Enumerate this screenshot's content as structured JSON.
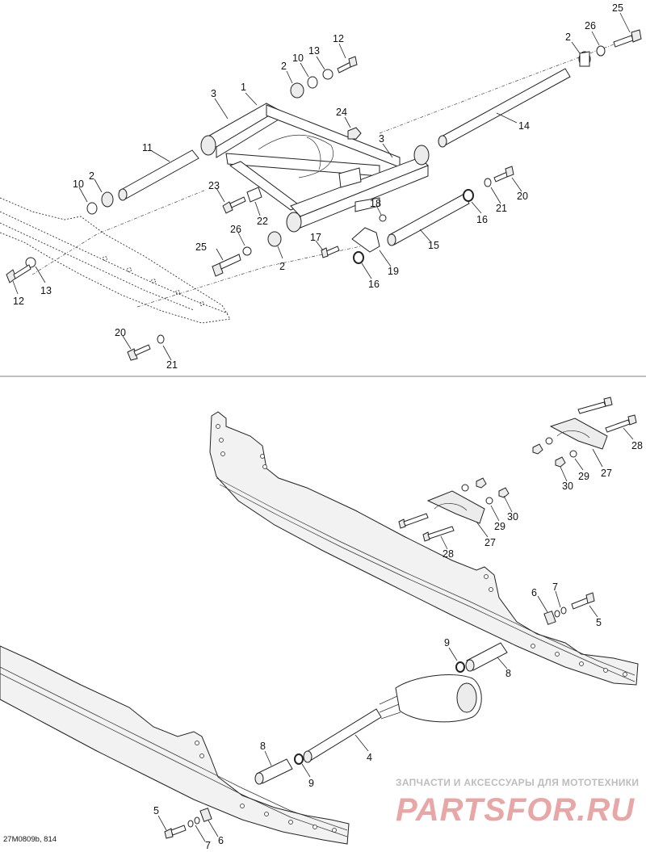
{
  "diagram_code": "27M0809b, 814",
  "watermark": {
    "line1": "ЗАПЧАСТИ И АКСЕССУАРЫ ДЛЯ МОТОТЕХНИКИ",
    "line2": "PARTSFOR.RU"
  },
  "callouts": {
    "top": [
      "1",
      "2",
      "2",
      "2",
      "2",
      "3",
      "3",
      "10",
      "10",
      "11",
      "12",
      "12",
      "13",
      "13",
      "14",
      "15",
      "16",
      "16",
      "17",
      "18",
      "19",
      "20",
      "20",
      "21",
      "21",
      "22",
      "23",
      "24",
      "25",
      "25",
      "26",
      "26"
    ],
    "bottom": [
      "4",
      "5",
      "5",
      "6",
      "6",
      "7",
      "7",
      "8",
      "8",
      "9",
      "9",
      "27",
      "27",
      "28",
      "28",
      "29",
      "29",
      "30",
      "30"
    ]
  },
  "colors": {
    "line": "#222222",
    "watermark_red": "#e8a7a7",
    "watermark_grey": "#bdbdbd"
  }
}
